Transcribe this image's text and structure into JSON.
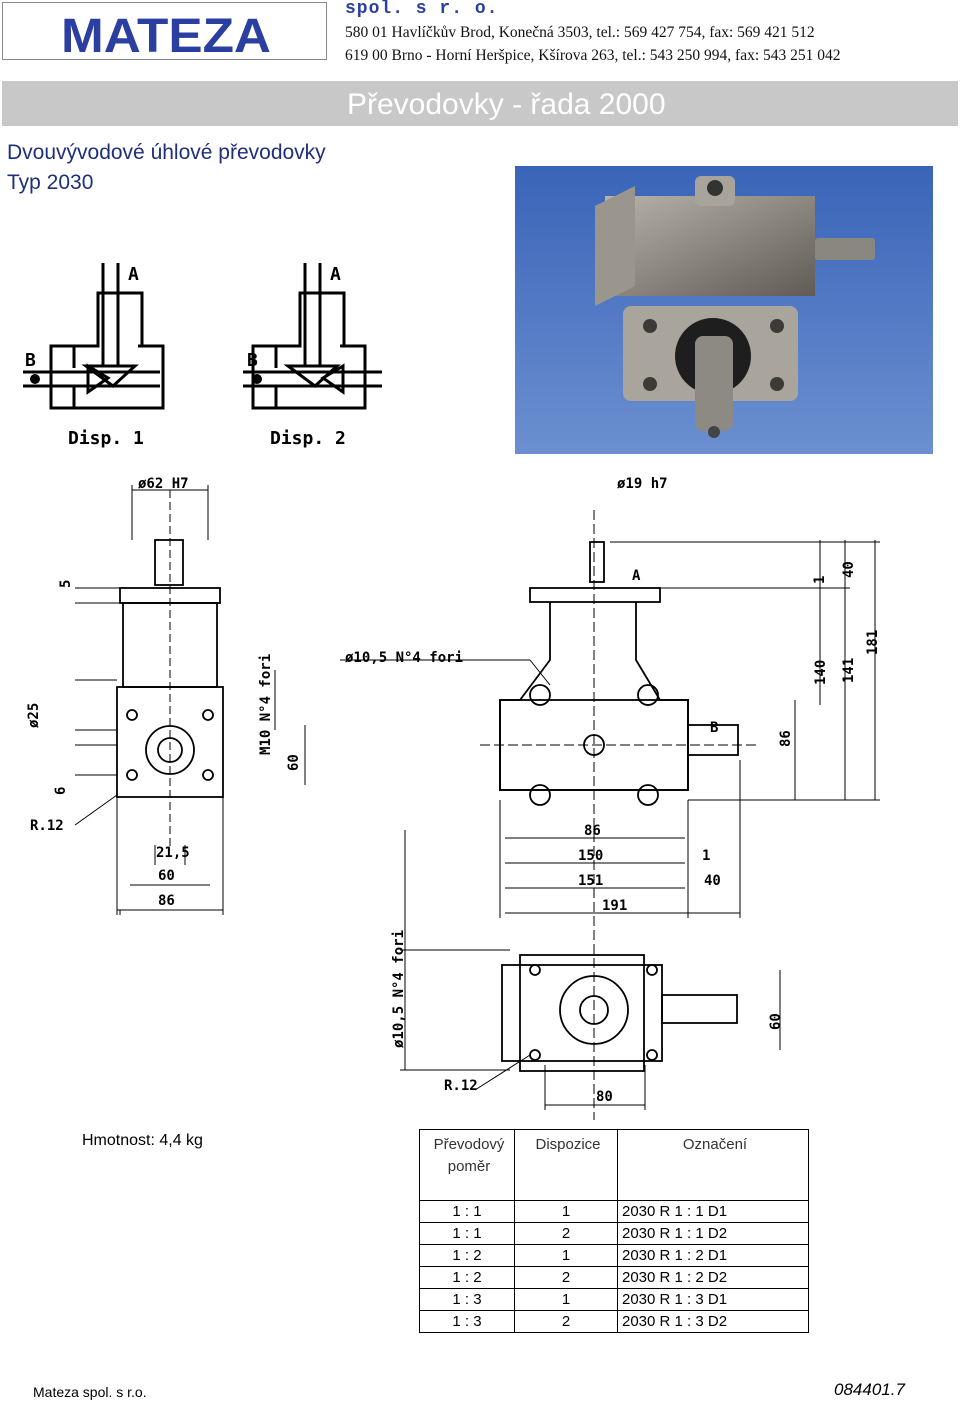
{
  "header": {
    "logo_text": "MATEZA",
    "company": "spol. s r. o.",
    "address1": "580 01 Havlíčkův Brod, Konečná 3503, tel.: 569 427 754, fax: 569 421 512",
    "address2": "619 00 Brno - Horní Heršpice, Kšírova 263, tel.: 543 250 994, fax: 543 251 042"
  },
  "banner": {
    "title": "Převodovky - řada 2000"
  },
  "product": {
    "subtitle": "Dvouvývodové úhlové převodovky",
    "type": "Typ 2030"
  },
  "disposition": {
    "label_a": "A",
    "label_b": "B",
    "disp1": "Disp. 1",
    "disp2": "Disp. 2"
  },
  "drawing": {
    "d62": "ø62 H7",
    "d19": "ø19 h7",
    "d5": "5",
    "m10": "M10 N°4 fori",
    "d25": "ø25",
    "d6": "6",
    "d60v": "60",
    "r12": "R.12",
    "d215": "21,5",
    "d60h": "60",
    "d86h": "86",
    "bore": "ø10,5 N°4 fori",
    "label_a": "A",
    "label_b": "B",
    "d1top": "1",
    "d40top": "40",
    "d140": "140",
    "d141": "141",
    "d181": "181",
    "d86v": "86",
    "d86b": "86",
    "d150": "150",
    "d151": "151",
    "d191": "191",
    "d1b": "1",
    "d40b": "40",
    "bore2": "ø10,5 N°4 fori",
    "d60r": "60",
    "r12b": "R.12",
    "d80": "80"
  },
  "weight": {
    "text": "Hmotnost: 4,4 kg"
  },
  "table": {
    "headers": [
      "Převodový poměr",
      "Dispozice",
      "Označení"
    ],
    "rows": [
      [
        "1 : 1",
        "1",
        "2030 R 1 : 1 D1"
      ],
      [
        "1 : 1",
        "2",
        "2030 R 1 : 1 D2"
      ],
      [
        "1 : 2",
        "1",
        "2030 R 1 : 2 D1"
      ],
      [
        "1 : 2",
        "2",
        "2030 R 1 : 2 D2"
      ],
      [
        "1 : 3",
        "1",
        "2030 R 1 : 3 D1"
      ],
      [
        "1 : 3",
        "2",
        "2030 R 1 : 3 D2"
      ]
    ]
  },
  "footer": {
    "company": "Mateza spol. s r.o.",
    "code": "084401.7"
  },
  "colors": {
    "brand_blue": "#2a3fa0",
    "subtitle_blue": "#1f2f7a",
    "banner_gray": "#c8c8c8",
    "photo_bg": "#4a74c4"
  }
}
